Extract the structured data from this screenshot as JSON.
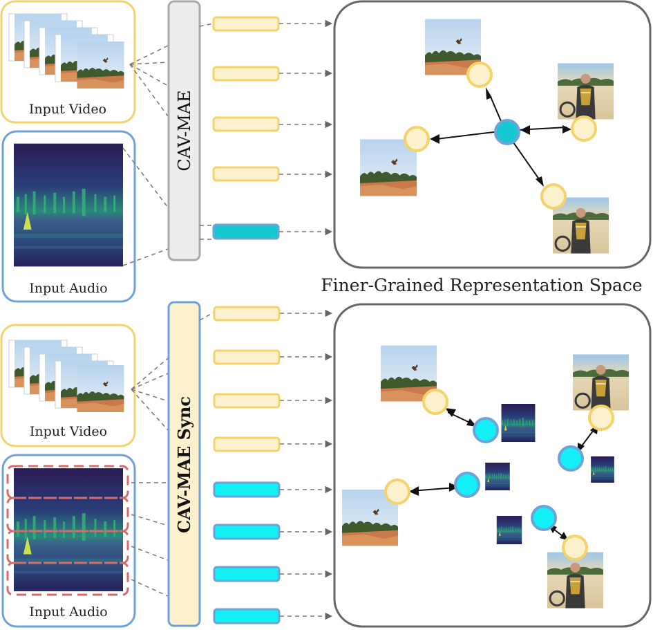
{
  "top": {
    "video_label": "Input Video",
    "audio_label": "Input Audio",
    "encoder_label": "CAV-MAE",
    "space_label": "Finer-Grained Representation Space"
  },
  "bottom": {
    "video_label": "Input Video",
    "audio_label": "Input Audio",
    "encoder_label": "CAV-MAE Sync"
  },
  "colors": {
    "video_border": "#f5d36b",
    "audio_border": "#6fa2d6",
    "video_token_fill": "#fbf1cc",
    "video_token_stroke": "#f5d36b",
    "audio_token_top": "#16c8cf",
    "audio_token_bottom": "#12f0f5",
    "encoder_top_fill": "#ececec",
    "encoder_bottom_fill": "#fdf0cc",
    "segment_dash": "#d86a6a"
  }
}
